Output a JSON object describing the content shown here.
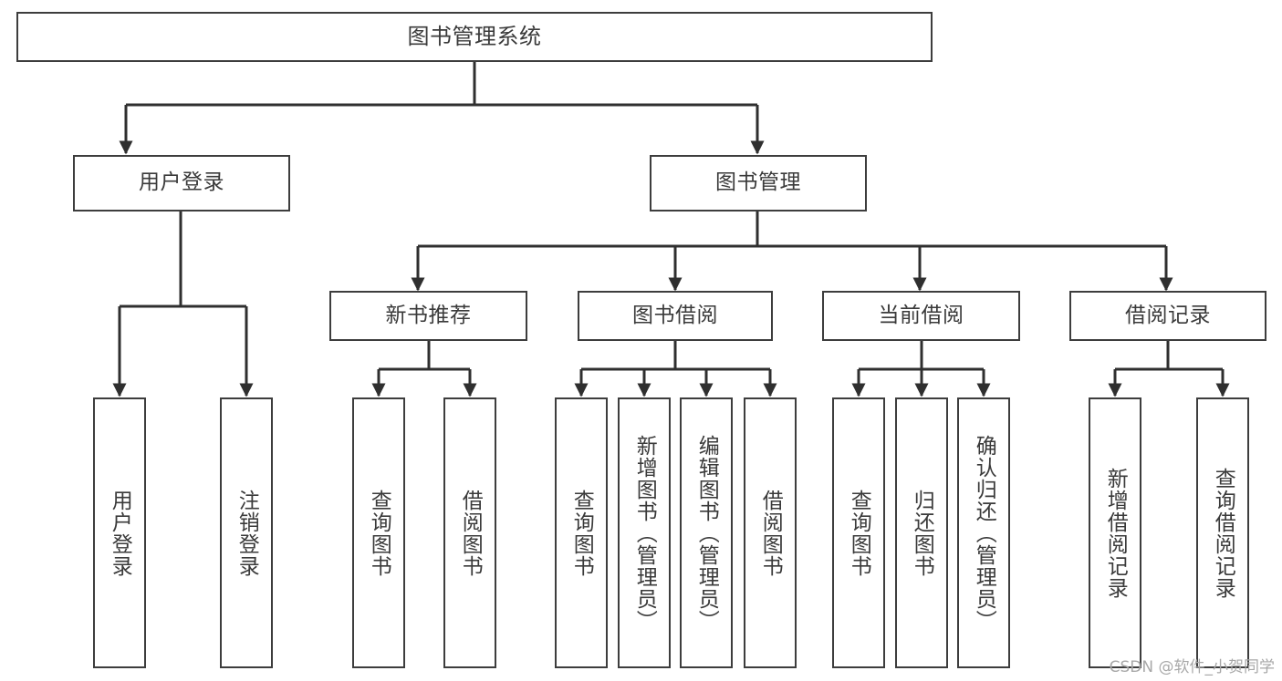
{
  "diagram": {
    "type": "tree-hierarchy",
    "title": "图书管理系统",
    "watermark": "CSDN @软件_小贺同学",
    "colors": {
      "box_border": "#3d3d3d",
      "box_fill": "#ffffff",
      "text": "#3a3a3a",
      "connector": "#2f2f2f",
      "watermark": "#a8a8a8",
      "background": "#ffffff"
    },
    "nodes": {
      "root": {
        "label": "图书管理系统",
        "level": 0
      },
      "user_login": {
        "label": "用户登录",
        "level": 1
      },
      "book_manage": {
        "label": "图书管理",
        "level": 1
      },
      "new_book_rec": {
        "label": "新书推荐",
        "level": 2
      },
      "book_borrow": {
        "label": "图书借阅",
        "level": 2
      },
      "current_borrow": {
        "label": "当前借阅",
        "level": 2
      },
      "borrow_record": {
        "label": "借阅记录",
        "level": 2
      },
      "leaf_user_login": {
        "label": "用户登录",
        "level": 3
      },
      "leaf_logout": {
        "label": "注销登录",
        "level": 3
      },
      "leaf_query_book_1": {
        "label": "查询图书",
        "level": 3
      },
      "leaf_borrow_book_1": {
        "label": "借阅图书",
        "level": 3
      },
      "leaf_query_book_2": {
        "label": "查询图书",
        "level": 3
      },
      "leaf_add_book": {
        "label": "新增图书（管理员）",
        "level": 3
      },
      "leaf_edit_book": {
        "label": "编辑图书（管理员）",
        "level": 3
      },
      "leaf_borrow_book_2": {
        "label": "借阅图书",
        "level": 3
      },
      "leaf_query_book_3": {
        "label": "查询图书",
        "level": 3
      },
      "leaf_return_book": {
        "label": "归还图书",
        "level": 3
      },
      "leaf_confirm_return": {
        "label": "确认归还（管理员）",
        "level": 3
      },
      "leaf_add_record": {
        "label": "新增借阅记录",
        "level": 3
      },
      "leaf_query_record": {
        "label": "查询借阅记录",
        "level": 3
      }
    },
    "edges": [
      {
        "from": "root",
        "to": "user_login"
      },
      {
        "from": "root",
        "to": "book_manage"
      },
      {
        "from": "user_login",
        "to": "leaf_user_login"
      },
      {
        "from": "user_login",
        "to": "leaf_logout"
      },
      {
        "from": "book_manage",
        "to": "new_book_rec"
      },
      {
        "from": "book_manage",
        "to": "book_borrow"
      },
      {
        "from": "book_manage",
        "to": "current_borrow"
      },
      {
        "from": "book_manage",
        "to": "borrow_record"
      },
      {
        "from": "new_book_rec",
        "to": "leaf_query_book_1"
      },
      {
        "from": "new_book_rec",
        "to": "leaf_borrow_book_1"
      },
      {
        "from": "book_borrow",
        "to": "leaf_query_book_2"
      },
      {
        "from": "book_borrow",
        "to": "leaf_add_book"
      },
      {
        "from": "book_borrow",
        "to": "leaf_edit_book"
      },
      {
        "from": "book_borrow",
        "to": "leaf_borrow_book_2"
      },
      {
        "from": "current_borrow",
        "to": "leaf_query_book_3"
      },
      {
        "from": "current_borrow",
        "to": "leaf_return_book"
      },
      {
        "from": "current_borrow",
        "to": "leaf_confirm_return"
      },
      {
        "from": "borrow_record",
        "to": "leaf_add_record"
      },
      {
        "from": "borrow_record",
        "to": "leaf_query_record"
      }
    ]
  }
}
